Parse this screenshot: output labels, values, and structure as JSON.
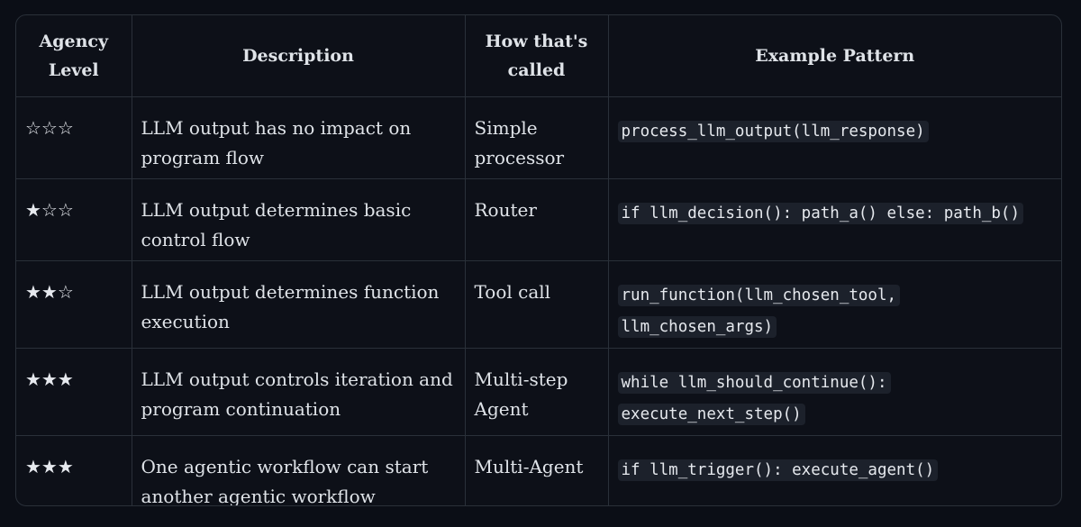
{
  "table": {
    "headers": [
      "Agency Level",
      "Description",
      "How that's called",
      "Example Pattern"
    ],
    "rows": [
      {
        "stars": "☆☆☆",
        "level": 0,
        "description": "LLM output has no impact on program flow",
        "called": "Simple processor",
        "pattern": "process_llm_output(llm_response)"
      },
      {
        "stars": "★☆☆",
        "level": 1,
        "description": "LLM output determines basic control flow",
        "called": "Router",
        "pattern": "if llm_decision(): path_a() else: path_b()"
      },
      {
        "stars": "★★☆",
        "level": 2,
        "description": "LLM output determines function execution",
        "called": "Tool call",
        "pattern": "run_function(llm_chosen_tool, llm_chosen_args)"
      },
      {
        "stars": "★★★",
        "level": 3,
        "description": "LLM output controls iteration and program continuation",
        "called": "Multi-step Agent",
        "pattern": "while llm_should_continue(): execute_next_step()"
      },
      {
        "stars": "★★★",
        "level": 3,
        "description": "One agentic workflow can start another agentic workflow",
        "called": "Multi-Agent",
        "pattern": "if llm_trigger(): execute_agent()"
      }
    ]
  }
}
